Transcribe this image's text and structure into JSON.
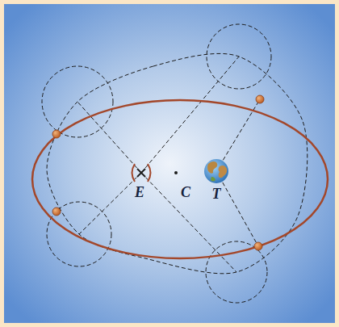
{
  "diagram": {
    "labels": [
      "E",
      "C",
      "T"
    ]
  }
}
